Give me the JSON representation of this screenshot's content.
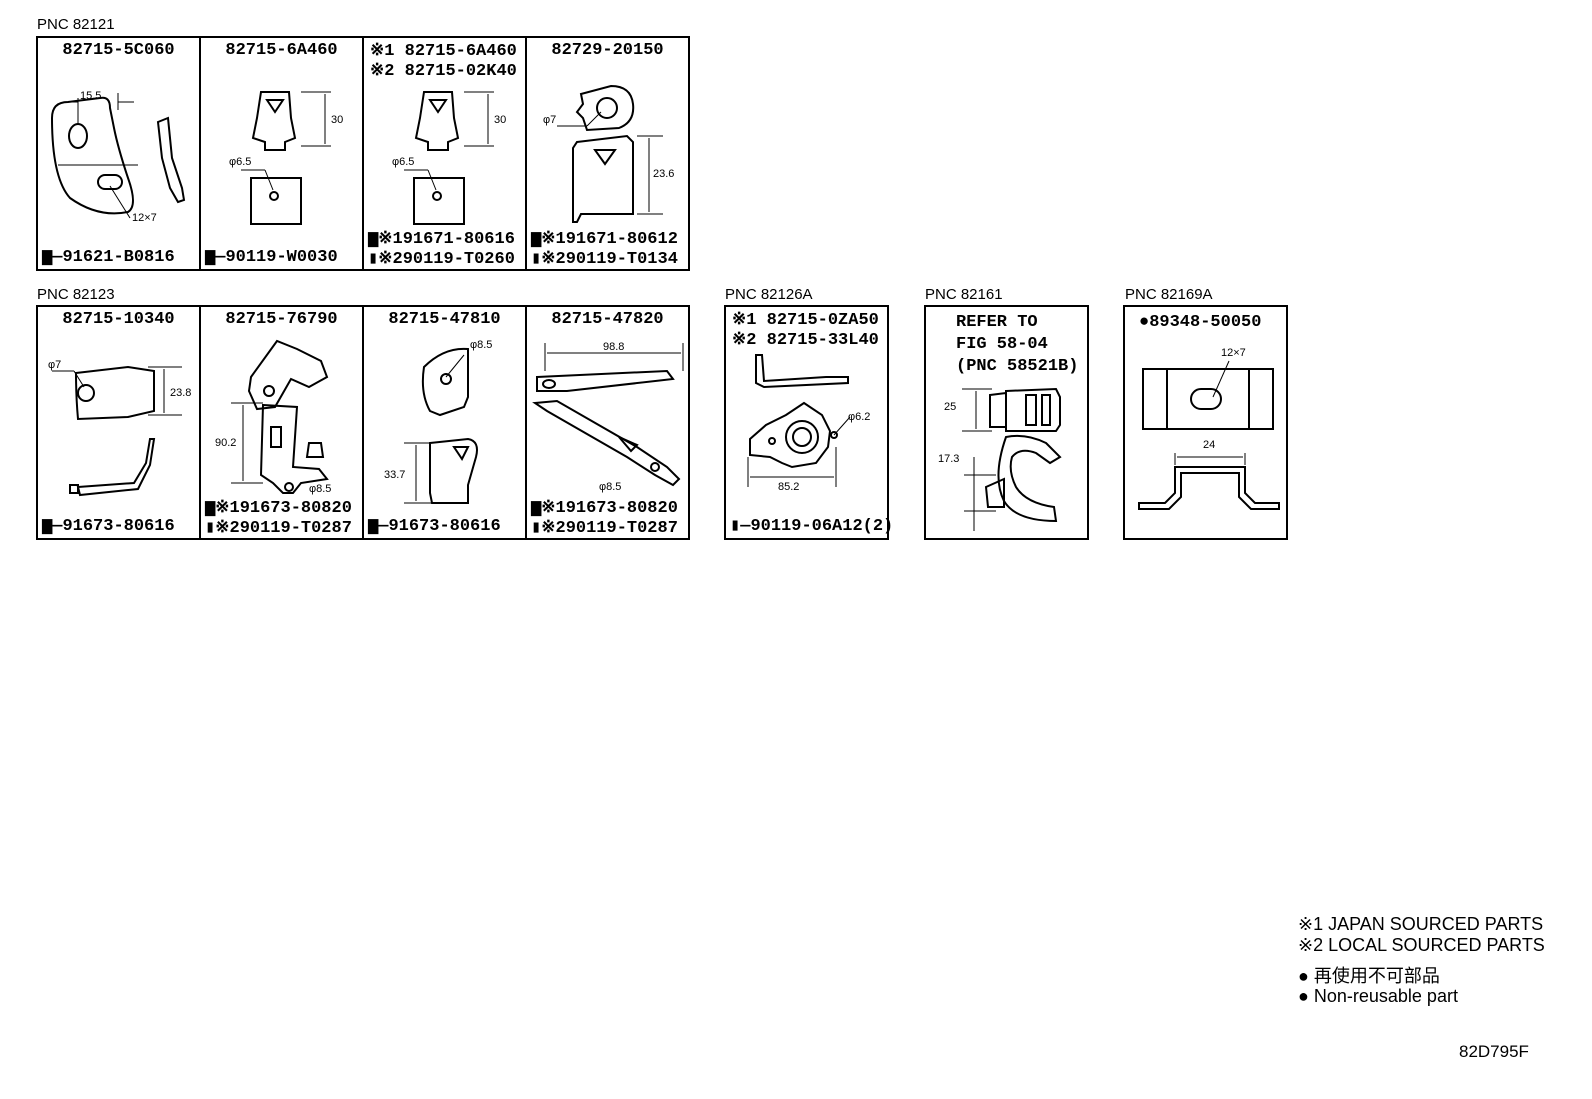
{
  "groups": [
    {
      "pnc": "PNC 82121"
    },
    {
      "pnc": "PNC 82123"
    },
    {
      "pnc": "PNC 82126A"
    },
    {
      "pnc": "PNC 82161"
    },
    {
      "pnc": "PNC 82169A"
    }
  ],
  "row1": [
    {
      "part": "82715-5C060",
      "bolt1": "91621-B0816",
      "dims": [
        "15.5",
        "12×7"
      ]
    },
    {
      "part": "82715-6A460",
      "bolt1": "90119-W0030",
      "dims": [
        "30",
        "φ6.5"
      ]
    },
    {
      "part1": "※1 82715-6A460",
      "part2": "※2 82715-02K40",
      "bolt1": "※191671-80616",
      "bolt2": "※290119-T0260",
      "dims": [
        "30",
        "φ6.5"
      ]
    },
    {
      "part": "82729-20150",
      "bolt1": "※191671-80612",
      "bolt2": "※290119-T0134",
      "dims": [
        "φ7",
        "23.6"
      ]
    }
  ],
  "row2": [
    {
      "part": "82715-10340",
      "bolt1": "91673-80616",
      "dims": [
        "φ7",
        "23.8"
      ]
    },
    {
      "part": "82715-76790",
      "bolt1": "※191673-80820",
      "bolt2": "※290119-T0287",
      "dims": [
        "90.2",
        "φ8.5"
      ]
    },
    {
      "part": "82715-47810",
      "bolt1": "91673-80616",
      "dims": [
        "φ8.5",
        "33.7"
      ]
    },
    {
      "part": "82715-47820",
      "bolt1": "※191673-80820",
      "bolt2": "※290119-T0287",
      "dims": [
        "98.8",
        "φ8.5"
      ]
    }
  ],
  "pnc82126a": {
    "part1": "※1 82715-0ZA50",
    "part2": "※2 82715-33L40",
    "bolt1": "90119-06A12(2)",
    "dims": [
      "φ6.2",
      "85.2"
    ]
  },
  "pnc82161": {
    "line1": "REFER TO",
    "line2": "FIG 58-04",
    "line3": "(PNC 58521B)",
    "dims": [
      "25",
      "17.3"
    ]
  },
  "pnc82169a": {
    "part": "89348-50050",
    "dims": [
      "12×7",
      "24"
    ]
  },
  "legend": {
    "l1": "※1 JAPAN SOURCED PARTS",
    "l2": "※2 LOCAL SOURCED PARTS",
    "l3": "● 再使用不可部品",
    "l4": "● Non-reusable part"
  },
  "figure_code": "82D795F"
}
